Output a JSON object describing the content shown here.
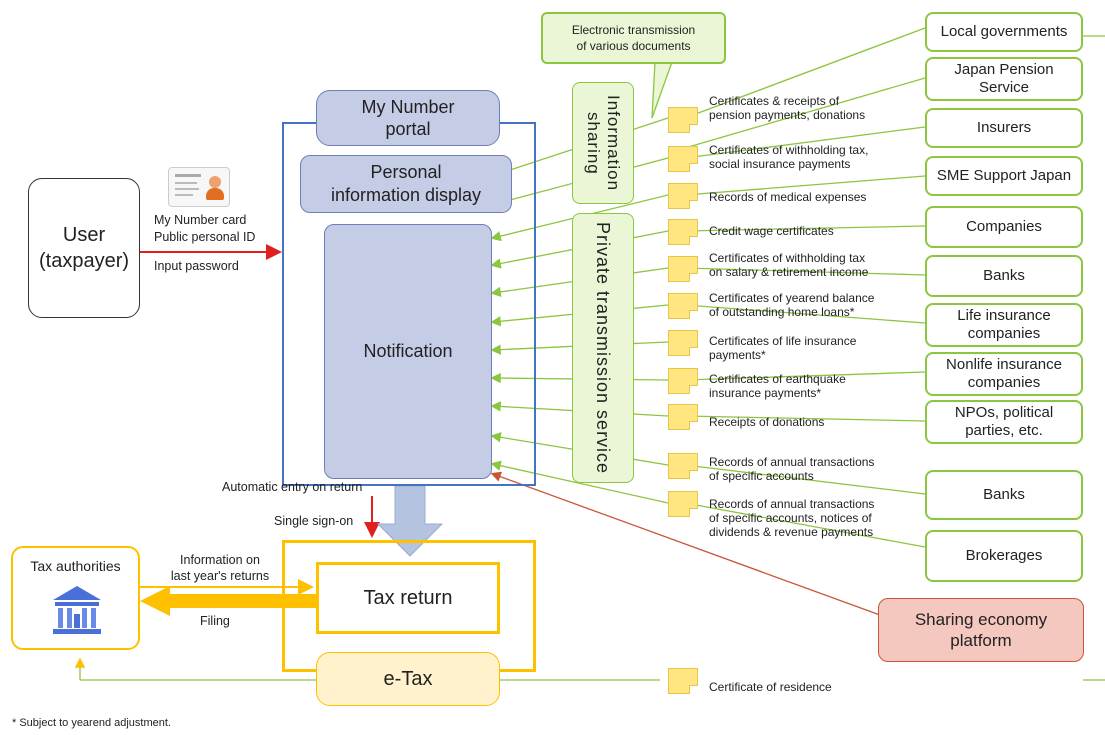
{
  "user": {
    "line1": "User",
    "line2": "(taxpayer)"
  },
  "card": {
    "line1": "My Number card",
    "line2": "Public personal ID",
    "line3": "Input password"
  },
  "portal": {
    "line1": "My Number",
    "line2": "portal"
  },
  "personal_info": {
    "line1": "Personal",
    "line2": "information display"
  },
  "notification": "Notification",
  "info_sharing": {
    "line1": "Information",
    "line2": "sharing"
  },
  "private_transmission": "Private transmission service",
  "callout": {
    "line1": "Electronic transmission",
    "line2": "of various documents"
  },
  "auto_entry": "Automatic entry on return",
  "single_sign_on": "Single sign-on",
  "tax_return": "Tax return",
  "etax": "e-Tax",
  "tax_authorities": "Tax authorities",
  "info_last_year": {
    "line1": "Information on",
    "line2": "last year's returns"
  },
  "filing": "Filing",
  "sharing_economy": {
    "line1": "Sharing economy",
    "line2": "platform"
  },
  "certificate_residence": "Certificate of residence",
  "footnote": "* Subject to yearend adjustment.",
  "documents": [
    {
      "line1": "Certificates & receipts of",
      "line2": "pension payments, donations"
    },
    {
      "line1": "Certificates of withholding tax,",
      "line2": "social insurance payments"
    },
    {
      "line1": "Records of medical expenses",
      "line2": ""
    },
    {
      "line1": "Credit wage certificates",
      "line2": ""
    },
    {
      "line1": "Certificates of withholding tax",
      "line2": "on salary & retirement income"
    },
    {
      "line1": "Certificates of yearend balance",
      "line2": "of outstanding home loans*"
    },
    {
      "line1": "Certificates of life insurance",
      "line2": "payments*"
    },
    {
      "line1": "Certificates of earthquake",
      "line2": "insurance payments*"
    },
    {
      "line1": "Receipts of donations",
      "line2": ""
    },
    {
      "line1": "Records of annual transactions",
      "line2": "of specific accounts"
    },
    {
      "line1": "Records of annual transactions",
      "line2": "of specific accounts, notices of",
      "line3": "dividends & revenue payments"
    }
  ],
  "organizations": [
    {
      "line1": "Local governments",
      "line2": ""
    },
    {
      "line1": "Japan Pension",
      "line2": "Service"
    },
    {
      "line1": "Insurers",
      "line2": ""
    },
    {
      "line1": "SME Support Japan",
      "line2": ""
    },
    {
      "line1": "Companies",
      "line2": ""
    },
    {
      "line1": "Banks",
      "line2": ""
    },
    {
      "line1": "Life insurance",
      "line2": "companies"
    },
    {
      "line1": "Nonlife insurance",
      "line2": "companies"
    },
    {
      "line1": "NPOs, political",
      "line2": "parties, etc."
    },
    {
      "line1": "Banks",
      "line2": ""
    },
    {
      "line1": "Brokerages",
      "line2": ""
    }
  ],
  "colors": {
    "green": "#8cc63f",
    "blue": "#4472c4",
    "orange": "#ffc000",
    "red": "#e02020",
    "portal_fill": "#c5cde6"
  },
  "icons": [
    "id-card-icon",
    "building-icon",
    "document-icon"
  ]
}
